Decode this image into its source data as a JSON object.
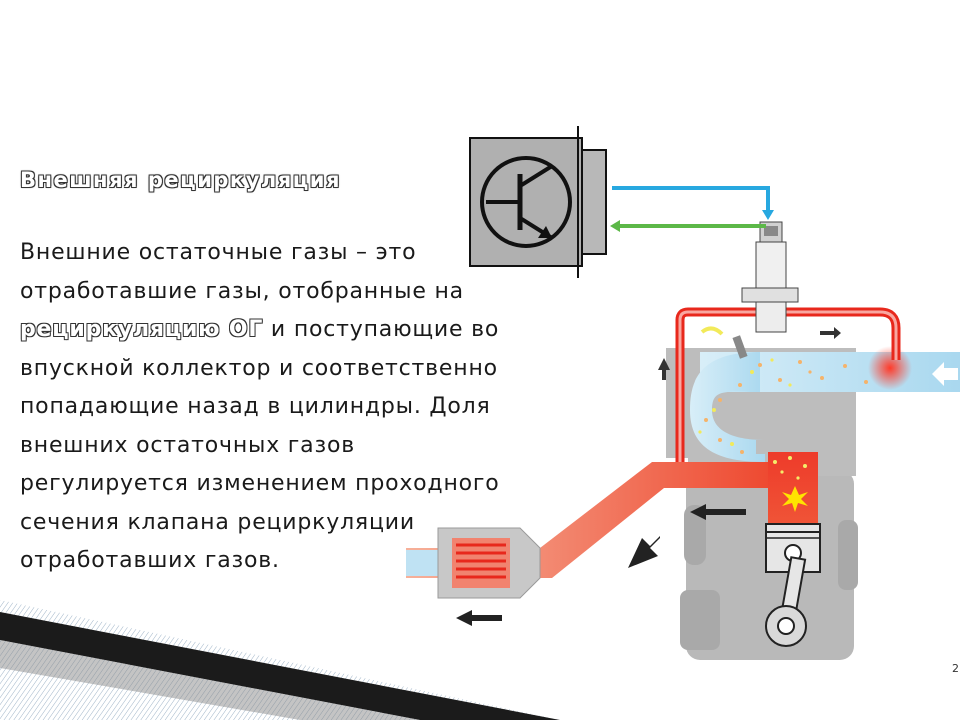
{
  "slide": {
    "heading": "Внешняя рециркуляция",
    "body_before_link": "Внешние остаточные газы – это отработавшие газы, отобранные на ",
    "body_link": "рециркуляцию ОГ",
    "body_after_link": " и поступающие во впускной коллектор и соответственно попадающие назад в цилиндры. Доля внешних остаточных газов регулируется изменением проходного сечения клапана рециркуляции отработавших газов.",
    "page_number": "2"
  },
  "colors": {
    "exhaust_red": "#e8281c",
    "intake_light_blue": "#bfe2f3",
    "signal_blue": "#27a8e0",
    "signal_green": "#5cb848",
    "engine_gray": "#b7b7b7",
    "egr_yellow": "#f5ec6a"
  }
}
